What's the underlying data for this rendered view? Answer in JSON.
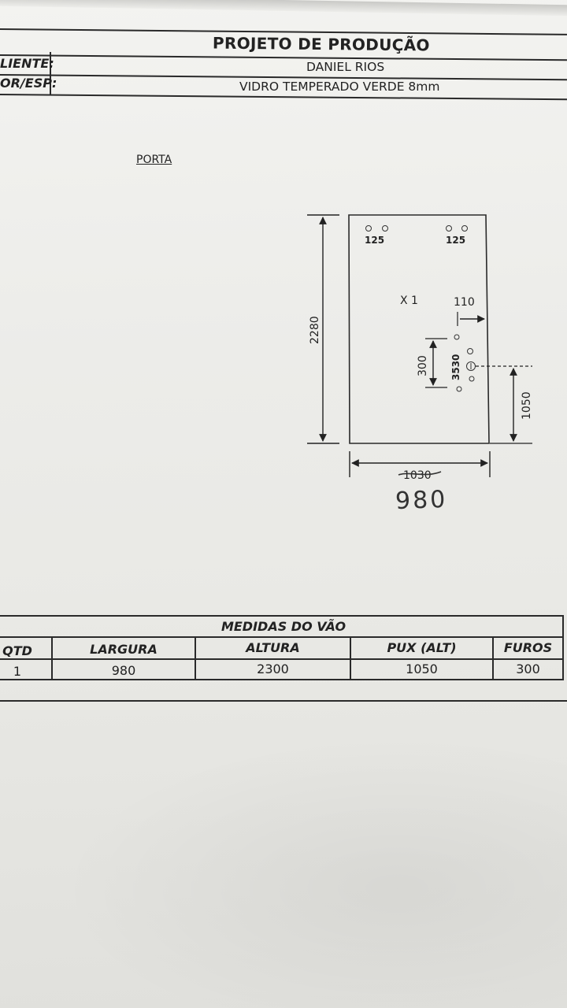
{
  "header": {
    "title": "PROJETO DE PRODUÇÃO",
    "client_label": "LIENTE:",
    "client_value": "DANIEL RIOS",
    "glass_label": "OR/ESP:",
    "glass_value": "VIDRO TEMPERADO VERDE 8mm"
  },
  "section_label": "PORTA",
  "drawing": {
    "height_dim": "2280",
    "hinge_left": "125",
    "hinge_right": "125",
    "quantity": "X 1",
    "handle_offset": "110",
    "handle_spacing": "300",
    "handle_label": "3530",
    "handle_height": "1050",
    "width_dim_struck": "1030",
    "width_handwritten": "980"
  },
  "table": {
    "title": "MEDIDAS DO VÃO",
    "columns": [
      "QTD",
      "LARGURA",
      "ALTURA",
      "PUX (ALT)",
      "FUROS"
    ],
    "row": [
      "1",
      "980",
      "2300",
      "1050",
      "300"
    ]
  },
  "colors": {
    "paper": "#efefec",
    "ink": "#222222"
  }
}
